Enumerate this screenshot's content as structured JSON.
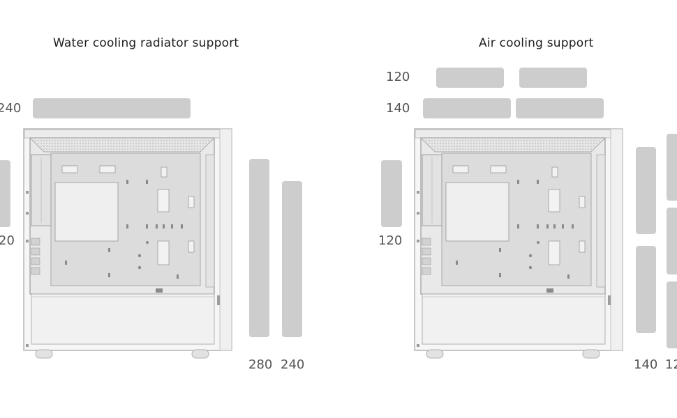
{
  "water": {
    "title": "Water cooling radiator support",
    "top_label": "240",
    "front_label": "20",
    "side_labels": [
      "280",
      "240"
    ]
  },
  "air": {
    "title": "Air cooling support",
    "top_labels": [
      "120",
      "140"
    ],
    "rear_label": "120",
    "side_labels": [
      "140",
      "12"
    ]
  },
  "colors": {
    "placeholder": "#cdcdcd",
    "case_body": "#f3f3f3",
    "case_outline": "#b0b0b0"
  }
}
